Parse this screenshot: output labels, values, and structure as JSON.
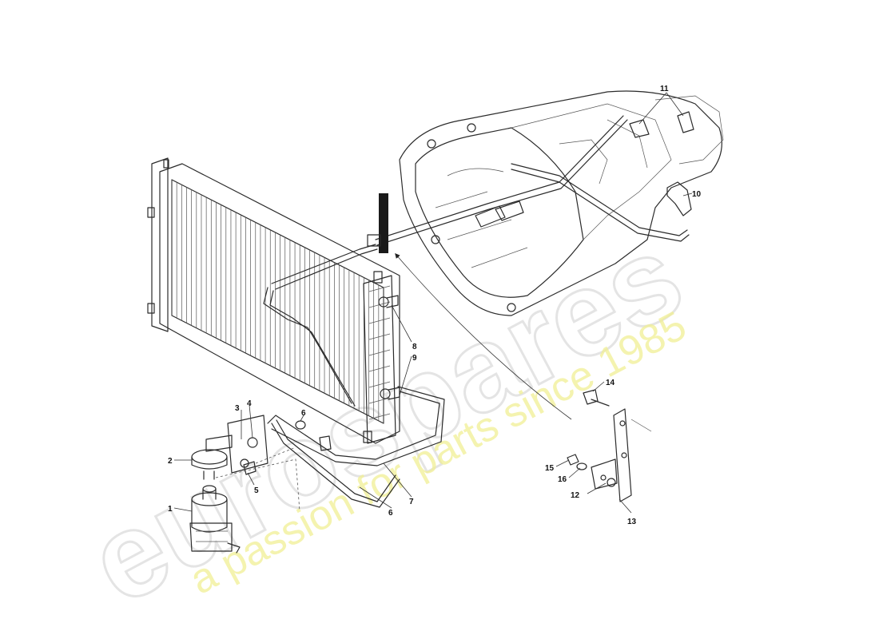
{
  "watermark": {
    "brand": "eurospares",
    "tagline": "a passion for parts since 1985"
  },
  "callouts": [
    {
      "id": "1",
      "label": "1"
    },
    {
      "id": "2",
      "label": "2"
    },
    {
      "id": "3",
      "label": "3"
    },
    {
      "id": "4",
      "label": "4"
    },
    {
      "id": "5",
      "label": "5"
    },
    {
      "id": "6a",
      "label": "6"
    },
    {
      "id": "6b",
      "label": "6"
    },
    {
      "id": "7",
      "label": "7"
    },
    {
      "id": "8",
      "label": "8"
    },
    {
      "id": "9",
      "label": "9"
    },
    {
      "id": "10",
      "label": "10"
    },
    {
      "id": "11",
      "label": "11"
    },
    {
      "id": "12",
      "label": "12"
    },
    {
      "id": "13",
      "label": "13"
    },
    {
      "id": "14",
      "label": "14"
    },
    {
      "id": "15",
      "label": "15"
    },
    {
      "id": "16",
      "label": "16"
    }
  ]
}
